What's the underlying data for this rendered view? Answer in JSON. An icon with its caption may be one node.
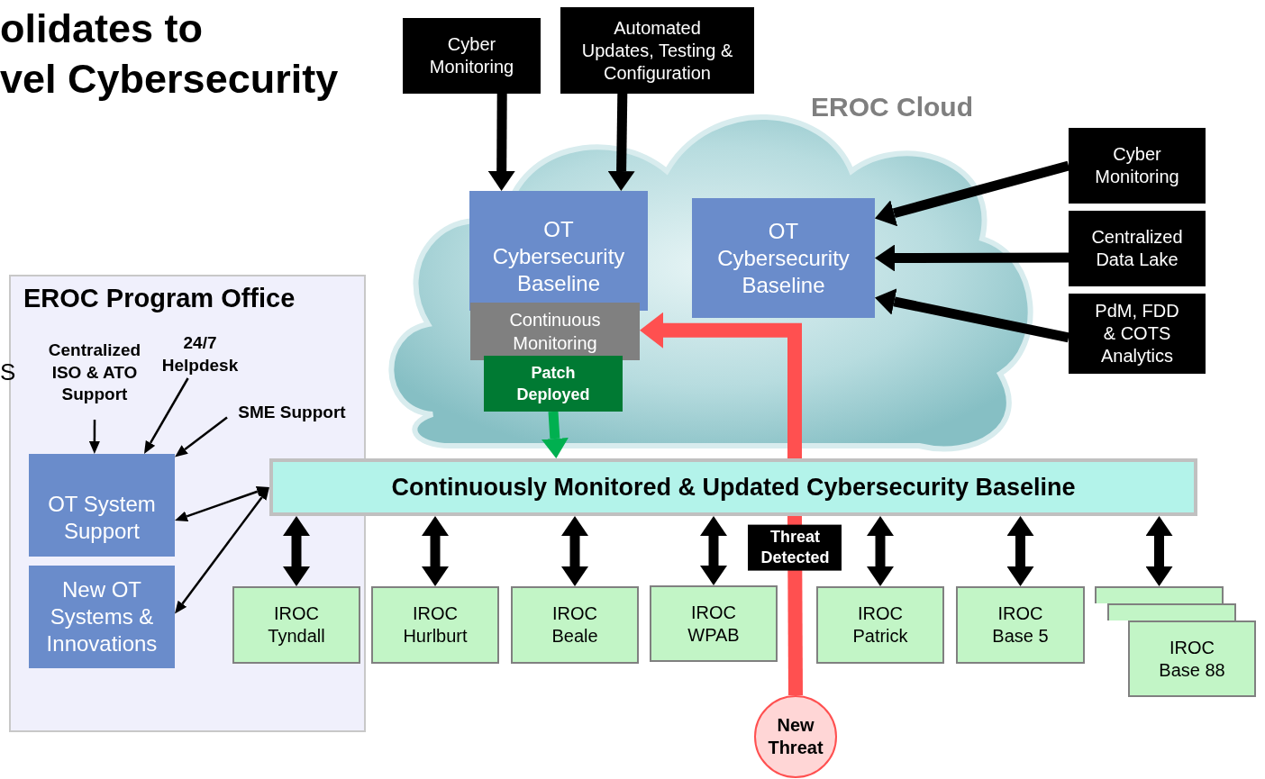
{
  "diagram": {
    "nodes": [
      {
        "text": [
          "Cyber Monitoring"
        ]
      },
      {
        "text": [
          "Automated Updates, Testing & Configuration"
        ]
      },
      {
        "text": [
          "EROC Cloud"
        ]
      },
      {
        "text": [
          "OT Cybersecurity Baseline"
        ],
        "in": 2
      },
      {
        "text": [
          "Continuous Monitoring"
        ],
        "in": 2
      },
      {
        "text": [
          "Patch Deployed"
        ],
        "in": 2
      },
      {
        "text": [
          "OT Cybersecurity Baseline"
        ],
        "in": 2
      },
      {
        "text": [
          "Cyber Monitoring"
        ]
      },
      {
        "text": [
          "Centralized Data Lake"
        ]
      },
      {
        "text": [
          "PdM, FDD & COTS Analytics"
        ]
      },
      {
        "text": [
          "EROC Program Office"
        ]
      },
      {
        "text": [
          "Centralized ISO & ATO Support"
        ],
        "in": 10
      },
      {
        "text": [
          "24/7 Helpdesk"
        ],
        "in": 10
      },
      {
        "text": [
          "SME Support"
        ],
        "in": 10
      },
      {
        "text": [
          "OT System Support"
        ],
        "in": 10
      },
      {
        "text": [
          "New OT Systems & Innovations"
        ],
        "in": 10
      },
      {
        "text": [
          "Continuously Monitored & Updated Cybersecurity Baseline"
        ]
      },
      {
        "text": [
          "IROC Tyndall"
        ],
        "in": 10
      },
      {
        "text": [
          "IROC Hurlburt"
        ]
      },
      {
        "text": [
          "IROC Beale"
        ]
      },
      {
        "text": [
          "IROC WPAB"
        ]
      },
      {
        "text": [
          "IROC Patrick"
        ]
      },
      {
        "text": [
          "IROC Base 5"
        ]
      },
      {
        "text": [],
        "shape": "box"
      },
      {
        "text": [],
        "shape": "box"
      },
      {
        "text": [
          "IROC Base 88"
        ]
      },
      {
        "text": [
          "New Threat"
        ]
      }
    ],
    "edges": [
      {
        "from": 0,
        "to": 3,
        "arrow": "to"
      },
      {
        "from": 1,
        "to": 3,
        "arrow": "to"
      },
      {
        "from": 7,
        "to": 6,
        "arrow": "to"
      },
      {
        "from": 8,
        "to": 6,
        "arrow": "to"
      },
      {
        "from": 9,
        "to": 6,
        "arrow": "to"
      },
      {
        "from": 11,
        "to": 14,
        "arrow": "to"
      },
      {
        "from": 12,
        "to": 14,
        "arrow": "to"
      },
      {
        "from": 13,
        "to": 14,
        "arrow": "to"
      },
      {
        "from": 16,
        "to": 14,
        "arrow": "both"
      },
      {
        "from": 16,
        "to": 15,
        "arrow": "both"
      },
      {
        "from": 5,
        "to": 16,
        "arrow": "to",
        "color": "#00b050"
      },
      {
        "from": 26,
        "to": 16,
        "arrow": "none",
        "color": "#ff5050",
        "label": "Threat Detected"
      },
      {
        "from": 16,
        "to": 4,
        "arrow": "to",
        "color": "#ff5050"
      },
      {
        "from": 16,
        "to": 17,
        "arrow": "both"
      },
      {
        "from": 16,
        "to": 18,
        "arrow": "both"
      },
      {
        "from": 16,
        "to": 19,
        "arrow": "both"
      },
      {
        "from": 16,
        "to": 20,
        "arrow": "both"
      },
      {
        "from": 16,
        "to": 21,
        "arrow": "both"
      },
      {
        "from": 16,
        "to": 22,
        "arrow": "both"
      },
      {
        "from": 16,
        "to": 23,
        "arrow": "both"
      }
    ],
    "labels": [
      "olidates to",
      "vel Cybersecurity",
      "S"
    ]
  }
}
